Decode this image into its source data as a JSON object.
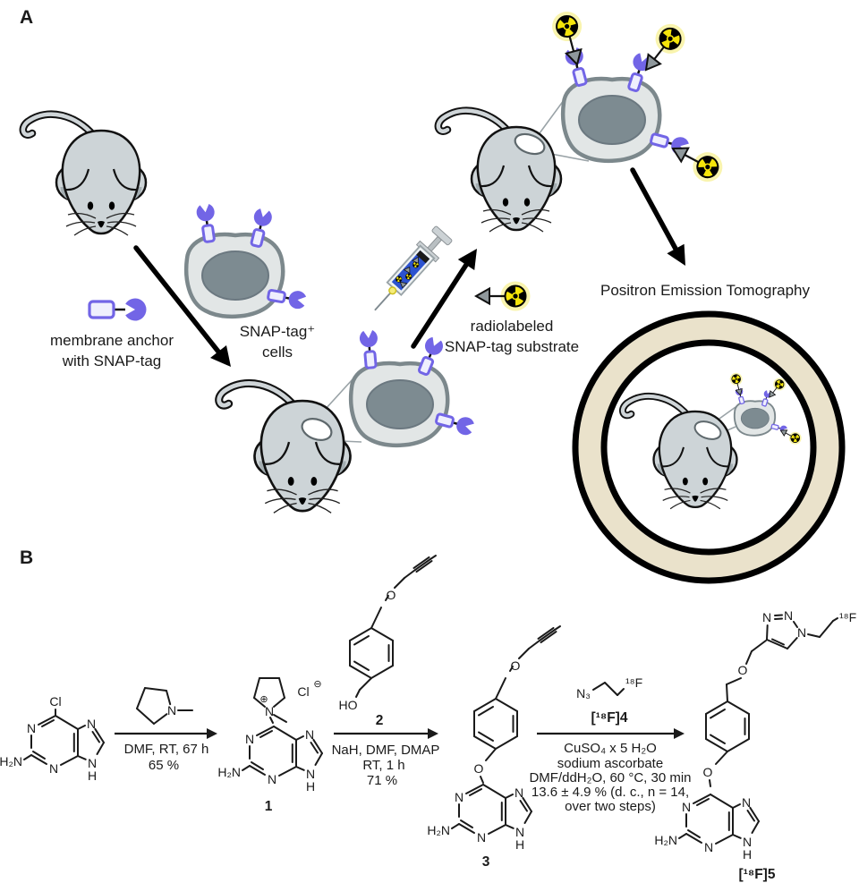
{
  "panelA": {
    "label": "A",
    "anchor_caption_line1": "membrane anchor",
    "anchor_caption_line2": "with SNAP-tag",
    "cells_caption_line1": "SNAP-tag⁺",
    "cells_caption_line2": "cells",
    "substrate_caption_line1": "radiolabeled",
    "substrate_caption_line2": "SNAP-tag substrate",
    "pet_caption": "Positron Emission Tomography"
  },
  "panelB": {
    "label": "B",
    "step1": {
      "cond1": "DMF, RT, 67 h",
      "cond2": "65 %"
    },
    "step2": {
      "cond1": "NaH, DMF, DMAP",
      "cond2": "RT, 1 h",
      "cond3": "71 %"
    },
    "step3": {
      "reagent_label": "[¹⁸F]4",
      "cond1": "CuSO₄ x 5 H₂O",
      "cond2": "sodium ascorbate",
      "cond3": "DMF/ddH₂O, 60 °C, 30 min",
      "cond4": "13.6 ± 4.9 % (d. c., n = 14,",
      "cond5": "over two steps)"
    },
    "compound_labels": {
      "c1": "1",
      "c2": "2",
      "c3": "3",
      "c5": "[¹⁸F]5"
    }
  },
  "atoms": {
    "n": "N",
    "h": "H",
    "h2n": "H₂N",
    "o": "O",
    "ho": "HO",
    "cl": "Cl",
    "n3": "N₃",
    "f18": "¹⁸F",
    "plus": "⊕",
    "minus": "⊖"
  },
  "colors": {
    "purple": "#7265e6",
    "receptor_fill": "#efeffd",
    "cell_fill": "#e2e6e6",
    "cell_stroke": "#7c888c",
    "nucleus": "#7d8b91",
    "mouse_fill": "#cdd4d7",
    "ear_inner": "#a3adb1",
    "trefoil_yellow": "#f5e50a",
    "glow": "#f8f2a0",
    "triangle_gray": "#8f989c",
    "syringe_blue": "#2c52cf",
    "ring_tan": "#eae2cb"
  }
}
